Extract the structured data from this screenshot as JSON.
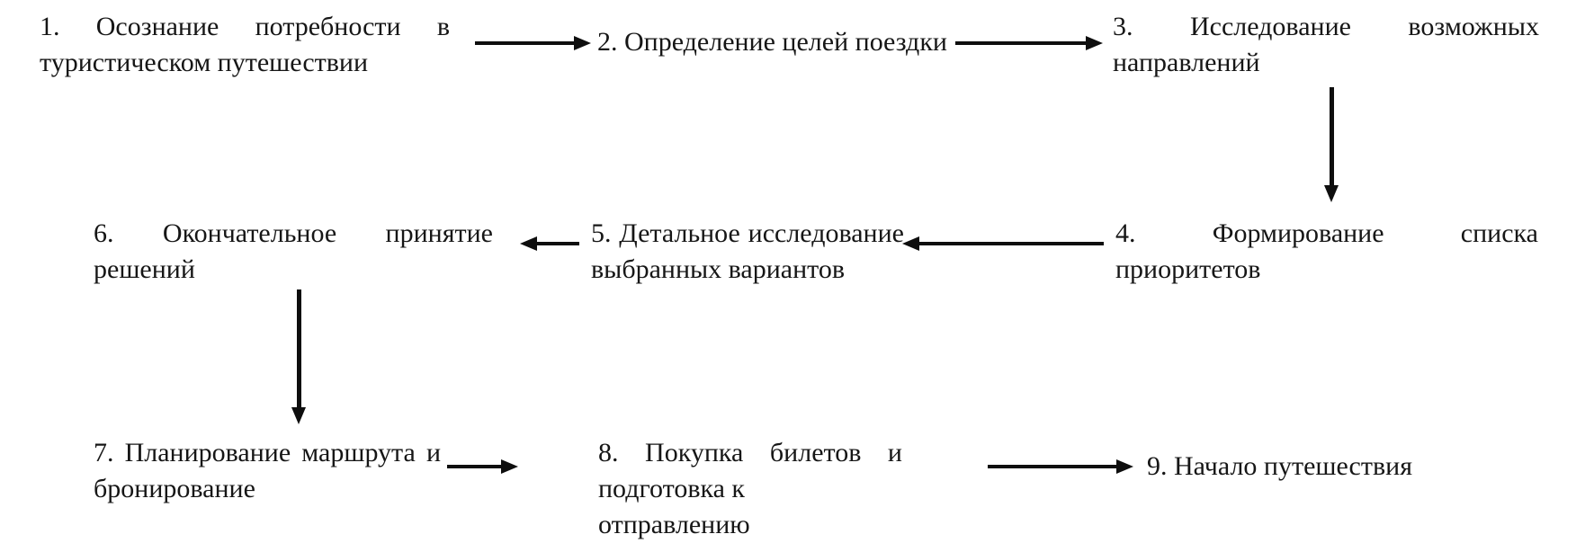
{
  "diagram": {
    "type": "flowchart",
    "language": "ru",
    "steps": [
      {
        "id": "1",
        "lines": [
          "1. Осознание потребности в",
          "туристическом путешествии"
        ]
      },
      {
        "id": "2",
        "lines": [
          "2. Определение целей поездки"
        ]
      },
      {
        "id": "3",
        "lines": [
          "3. Исследование возможных",
          "направлений"
        ]
      },
      {
        "id": "4",
        "lines": [
          "4. Формирование списка",
          "приоритетов"
        ]
      },
      {
        "id": "5",
        "lines": [
          "5. Детальное исследование",
          "выбранных вариантов"
        ]
      },
      {
        "id": "6",
        "lines": [
          "6. Окончательное принятие",
          "решений"
        ]
      },
      {
        "id": "7",
        "lines": [
          "7. Планирование маршрута и",
          "бронирование"
        ]
      },
      {
        "id": "8",
        "lines": [
          "8. Покупка билетов и",
          "подготовка к отправлению"
        ]
      },
      {
        "id": "9",
        "lines": [
          "9. Начало путешествия"
        ]
      }
    ],
    "connections": [
      {
        "from": "1",
        "to": "2",
        "direction": "right"
      },
      {
        "from": "2",
        "to": "3",
        "direction": "right"
      },
      {
        "from": "3",
        "to": "4",
        "direction": "down"
      },
      {
        "from": "4",
        "to": "5",
        "direction": "left"
      },
      {
        "from": "5",
        "to": "6",
        "direction": "left"
      },
      {
        "from": "6",
        "to": "7",
        "direction": "down"
      },
      {
        "from": "7",
        "to": "8",
        "direction": "right"
      },
      {
        "from": "8",
        "to": "9",
        "direction": "right"
      }
    ],
    "colors": {
      "background": "#ffffff",
      "text": "#161616",
      "arrow": "#0e0e0e"
    }
  }
}
